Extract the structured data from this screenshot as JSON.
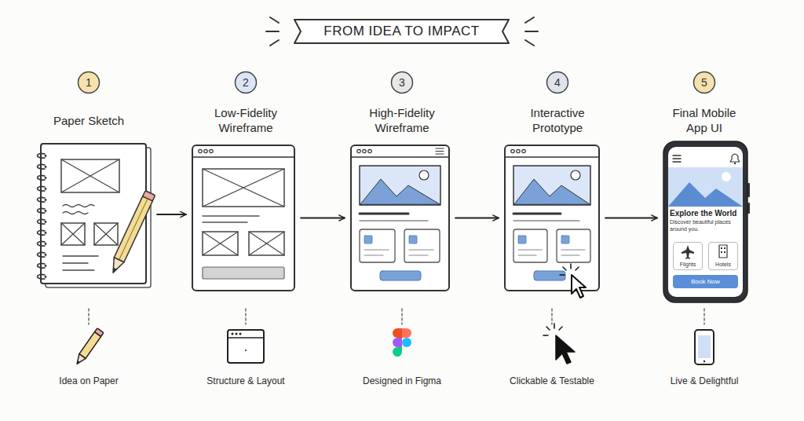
{
  "diagram": {
    "title": "FROM IDEA TO IMPACT",
    "nodes": [
      {
        "text": [
          "1"
        ]
      },
      {
        "text": [
          "Paper Sketch"
        ]
      },
      {
        "text": [
          "2"
        ]
      },
      {
        "text": [
          "Low-Fidelity Wireframe"
        ]
      },
      {
        "text": [
          "3"
        ]
      },
      {
        "text": [
          "High-Fidelity Wireframe"
        ]
      },
      {
        "text": [
          "4"
        ]
      },
      {
        "text": [
          "Interactive Prototype"
        ]
      },
      {
        "text": [
          "5"
        ]
      },
      {
        "text": [
          "Final Mobile App UI",
          "Explore the World",
          "Discover beautiful places around you."
        ]
      },
      {
        "text": [
          "Flights"
        ],
        "in": 9
      },
      {
        "text": [
          "Hotels"
        ],
        "in": 9
      },
      {
        "text": [
          "Book Now"
        ],
        "in": 9
      }
    ],
    "edges": [
      {
        "from": 1,
        "to": 3,
        "arrow": "to"
      },
      {
        "from": 3,
        "to": 5,
        "arrow": "to"
      },
      {
        "from": 5,
        "to": 7,
        "arrow": "to"
      },
      {
        "from": 7,
        "to": 9,
        "arrow": "to"
      }
    ],
    "labels": [
      "Idea on Paper",
      "Structure & Layout",
      "Designed in Figma",
      "Clickable & Testable",
      "Live & Delightful"
    ]
  }
}
